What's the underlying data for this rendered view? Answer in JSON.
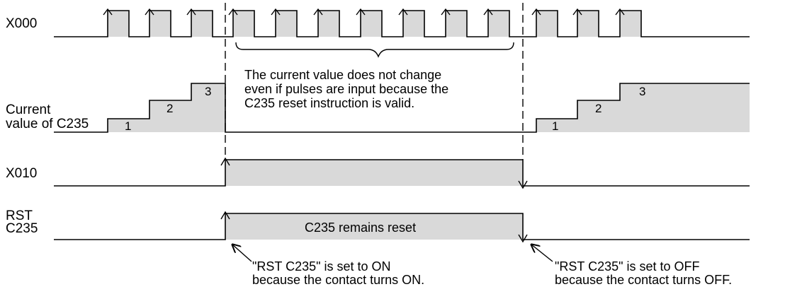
{
  "signals": {
    "x000": "X000",
    "current_line1": "Current",
    "current_line2": "value of C235",
    "x010": "X010",
    "rst_line1": "RST",
    "rst_line2": "C235"
  },
  "counts": {
    "before": [
      "1",
      "2",
      "3"
    ],
    "after": [
      "1",
      "2",
      "3"
    ]
  },
  "annotations": {
    "no_change_lines": [
      "The current value does not change",
      "even if pulses are input because the",
      "C235 reset instruction is valid."
    ],
    "remains_reset": "C235 remains reset",
    "set_on_lines": [
      "\"RST C235\" is set to ON",
      "because the contact turns ON."
    ],
    "set_off_lines": [
      "\"RST C235\" is set to OFF",
      "because the contact turns OFF."
    ]
  },
  "colors": {
    "fill": "#d9d9d9",
    "line": "#000000"
  }
}
